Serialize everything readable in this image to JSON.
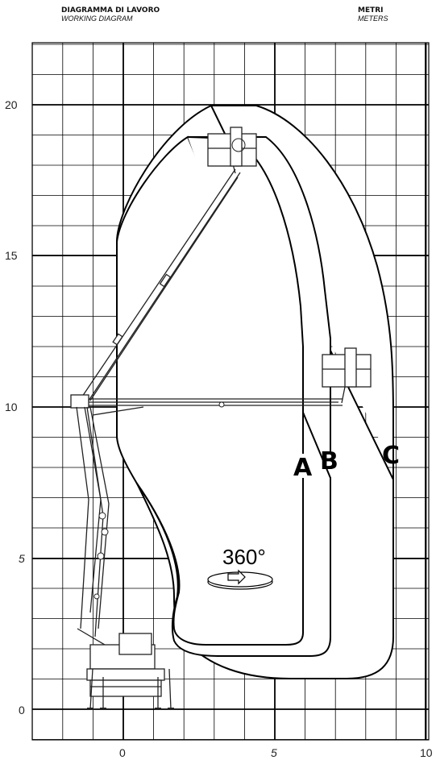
{
  "header": {
    "title_it": "DIAGRAMMA DI LAVORO",
    "title_en": "WORKING DIAGRAM",
    "units_it": "METRI",
    "units_en": "METERS"
  },
  "axes": {
    "y_ticks": [
      "20",
      "15",
      "10",
      "5",
      "0"
    ],
    "x_ticks": [
      "0",
      "5",
      "10"
    ]
  },
  "zones": [
    "A",
    "B",
    "C"
  ],
  "rotation_label": "360°"
}
